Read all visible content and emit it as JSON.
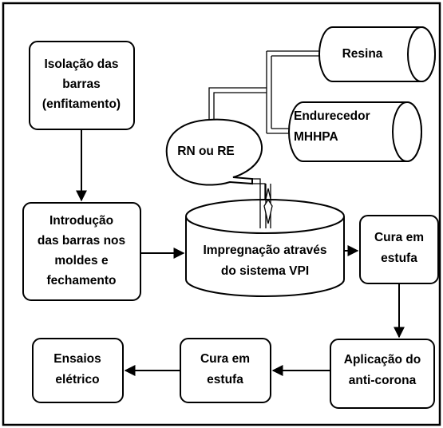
{
  "diagram": {
    "nodes": {
      "isolacao": [
        "Isolação das",
        "barras",
        "(enfitamento)"
      ],
      "introducao": [
        "Introdução",
        "das barras nos",
        "moldes e",
        "fechamento"
      ],
      "impregnacao": [
        "Impregnação através",
        "do sistema VPI"
      ],
      "cura_estufa_1": [
        "Cura em",
        "estufa"
      ],
      "aplicacao": [
        "Aplicação do",
        "anti-corona"
      ],
      "cura_estufa_2": [
        "Cura em",
        "estufa"
      ],
      "ensaios": [
        "Ensaios",
        "elétrico"
      ],
      "resina": "Resina",
      "endurecedor": [
        "Endurecedor",
        "MHHPA"
      ],
      "rn_re": "RN ou RE"
    },
    "edges": [
      {
        "from": "isolacao",
        "to": "introducao"
      },
      {
        "from": "introducao",
        "to": "impregnacao"
      },
      {
        "from": "impregnacao",
        "to": "cura_estufa_1"
      },
      {
        "from": "cura_estufa_1",
        "to": "aplicacao"
      },
      {
        "from": "aplicacao",
        "to": "cura_estufa_2"
      },
      {
        "from": "cura_estufa_2",
        "to": "ensaios"
      },
      {
        "from": "resina",
        "to": "rn_re"
      },
      {
        "from": "endurecedor",
        "to": "rn_re"
      },
      {
        "from": "rn_re",
        "to": "impregnacao"
      }
    ]
  }
}
